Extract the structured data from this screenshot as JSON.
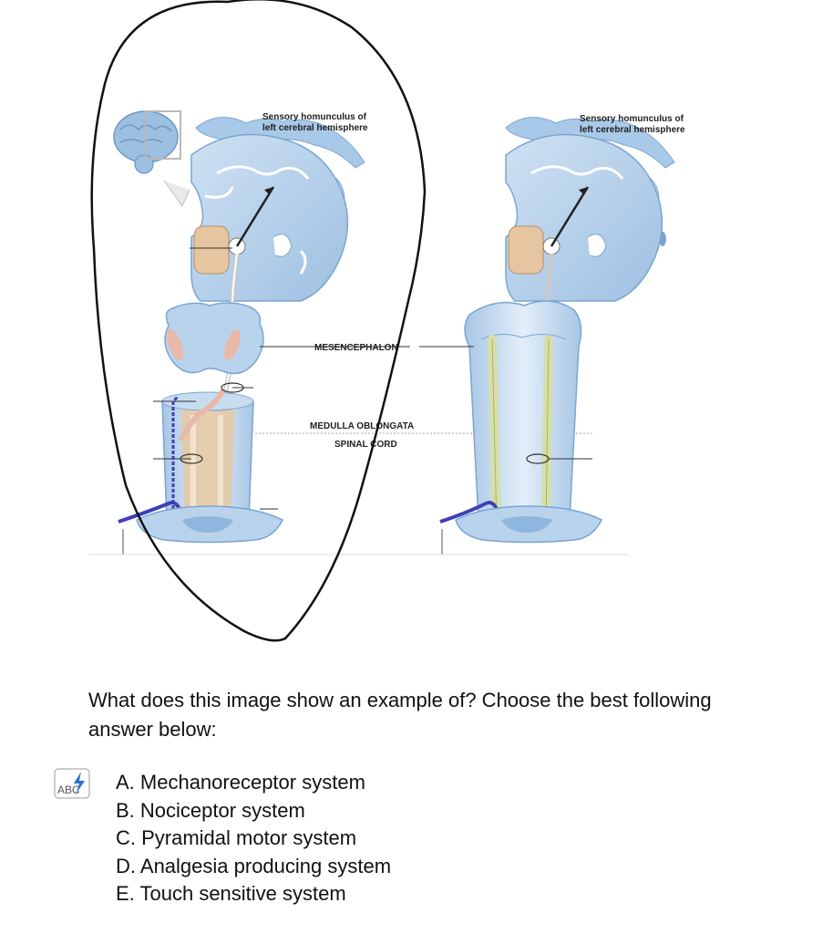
{
  "figure": {
    "left_panel": {
      "homunculus_label_line1": "Sensory homunculus of",
      "homunculus_label_line2": "left cerebral hemisphere",
      "mesencephalon_label": "MESENCEPHALON",
      "medulla_label": "MEDULLA OBLONGATA",
      "spinal_cord_label": "SPINAL CORD"
    },
    "right_panel": {
      "homunculus_label_line1": "Sensory homunculus of",
      "homunculus_label_line2": "left cerebral hemisphere"
    }
  },
  "question": {
    "text": "What does this image show an example of? Choose the best following answer below:"
  },
  "answers": [
    {
      "label": "A. Mechanoreceptor system"
    },
    {
      "label": "B. Nociceptor system"
    },
    {
      "label": "C. Pyramidal motor system"
    },
    {
      "label": "D. Analgesia producing system"
    },
    {
      "label": "E. Touch sensitive system"
    }
  ],
  "spellcheck_icon": {
    "icon": "abc-spellcheck-icon",
    "text": "ABC"
  },
  "colors": {
    "tissue_blue": "#bcd6ee",
    "tissue_dark": "#8fb6dc",
    "tract_tan": "#e8c9a2",
    "tract_green": "#d6dfa8",
    "nerve_purple": "#3b3fb8",
    "outline_black": "#111111"
  }
}
